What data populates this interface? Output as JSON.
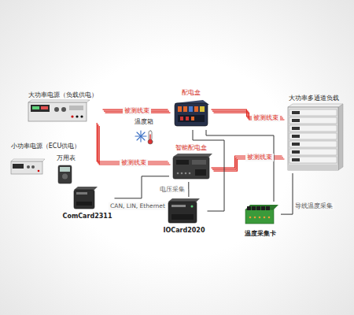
{
  "diagram": {
    "nodes": [
      {
        "text": [
          "大功率电源（负载供电）"
        ]
      },
      {
        "text": [
          "配电盒"
        ]
      },
      {
        "text": [
          "大功率多通道负载"
        ]
      },
      {
        "text": [
          "温度箱"
        ]
      },
      {
        "text": [
          "小功率电源（ECU供电）"
        ]
      },
      {
        "text": [
          "万用表"
        ]
      },
      {
        "text": [
          "智能配电盒"
        ]
      },
      {
        "text": [
          "ComCard2311"
        ]
      },
      {
        "text": [
          "IOCard2020"
        ]
      },
      {
        "text": [
          "温度采集卡"
        ]
      }
    ],
    "edges": [
      {
        "from": 0,
        "to": 1,
        "arrow": "none",
        "label": "被测线束"
      },
      {
        "from": 0,
        "to": 6,
        "arrow": "none",
        "label": "被测线束"
      },
      {
        "from": 1,
        "to": 2,
        "arrow": "none",
        "label": "被测线束"
      },
      {
        "from": 6,
        "to": 2,
        "arrow": "none",
        "label": "被测线束"
      },
      {
        "from": 7,
        "to": 6,
        "arrow": "none",
        "label": "CAN, LIN, Ethernet"
      },
      {
        "from": 8,
        "to": 6,
        "arrow": "none"
      },
      {
        "from": 8,
        "to": 1,
        "arrow": "none"
      },
      {
        "from": 9,
        "to": 2,
        "arrow": "none",
        "label": "导线温度采集"
      },
      {
        "from": 9,
        "to": 1,
        "arrow": "none"
      }
    ],
    "labels": [
      "电压采集"
    ]
  }
}
